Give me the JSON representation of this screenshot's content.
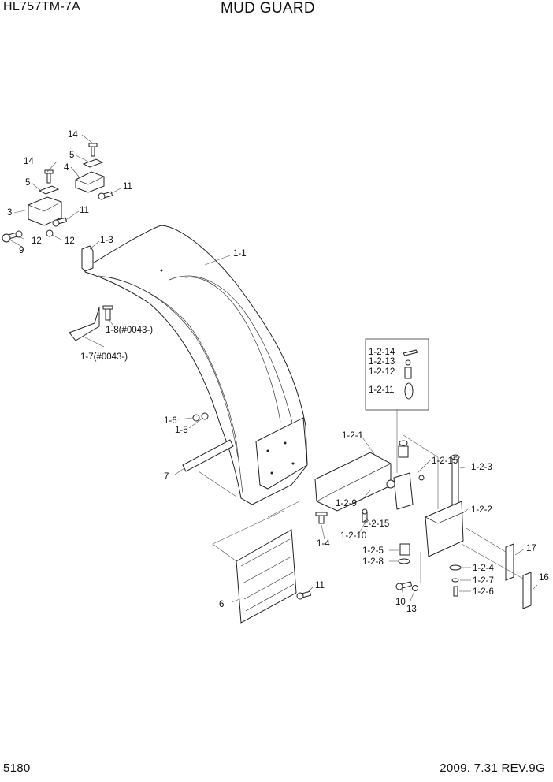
{
  "header": {
    "model": "HL757TM-7A",
    "title": "MUD GUARD"
  },
  "footer": {
    "page_number": "5180",
    "revision": "2009. 7.31  REV.9G"
  },
  "labels": {
    "l14a": "14",
    "l5a": "5",
    "l4": "4",
    "l11a": "11",
    "l14b": "14",
    "l5b": "5",
    "l3": "3",
    "l11b": "11",
    "l12a": "12",
    "l12b": "12",
    "l9": "9",
    "l1_3": "1-3",
    "l1_1": "1-1",
    "l1_8": "1-8(#0043-)",
    "l1_7": "1-7(#0043-)",
    "l1_6": "1-6",
    "l1_5": "1-5",
    "l7": "7",
    "l1_2_14": "1-2-14",
    "l1_2_13": "1-2-13",
    "l1_2_12": "1-2-12",
    "l1_2_11": "1-2-11",
    "l1_2_1": "1-2-1",
    "l1_2_15a": "1-2-15",
    "l1_2_3": "1-2-3",
    "l1_2_9": "1-2-9",
    "l1_2_2": "1-2-2",
    "l1_2_15b": "1-2-15",
    "l1_2_10": "1-2-10",
    "l1_4": "1-4",
    "l1_2_5": "1-2-5",
    "l1_2_8": "1-2-8",
    "l17": "17",
    "l1_2_4": "1-2-4",
    "l1_2_7": "1-2-7",
    "l1_2_6": "1-2-6",
    "l16": "16",
    "l11c": "11",
    "l6": "6",
    "l10": "10",
    "l13": "13"
  }
}
